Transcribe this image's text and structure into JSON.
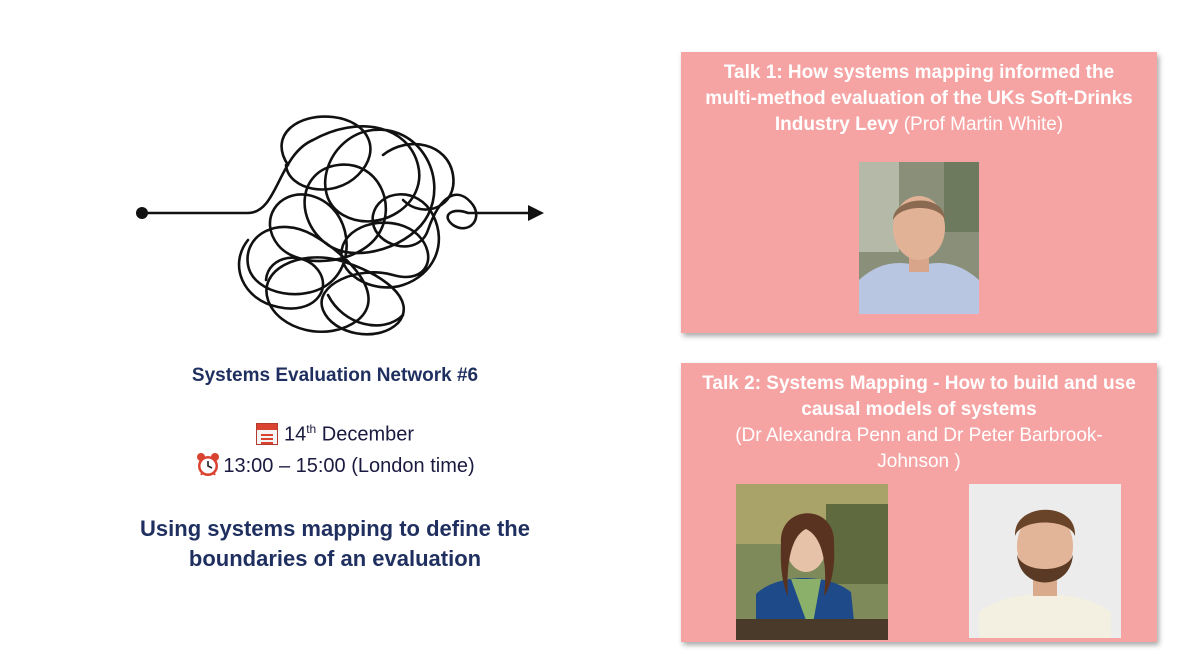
{
  "event": {
    "network_title": "Systems Evaluation Network #6",
    "date_day": "14",
    "date_suffix": "th",
    "date_month": " December",
    "time": "13:00 – 15:00 (London time)",
    "subtitle_line1": "Using systems mapping to define the",
    "subtitle_line2": "boundaries of an evaluation"
  },
  "talk1": {
    "title_line1": "Talk 1: How systems mapping informed the",
    "title_line2": "multi-method evaluation of the UKs Soft-Drinks",
    "title_line3_bold": "Industry Levy",
    "speaker": " (Prof Martin White)"
  },
  "talk2": {
    "title_line1": "Talk 2: Systems Mapping - How to build and use",
    "title_line2": "causal models of systems",
    "speakers_line1": "(Dr Alexandra Penn and Dr Peter Barbrook-",
    "speakers_line2": "Johnson )"
  },
  "icons": {
    "calendar": "calendar-icon",
    "clock": "alarm-clock-icon"
  },
  "colors": {
    "card_background": "#f6a3a3",
    "title_navy": "#1f2f5f"
  }
}
